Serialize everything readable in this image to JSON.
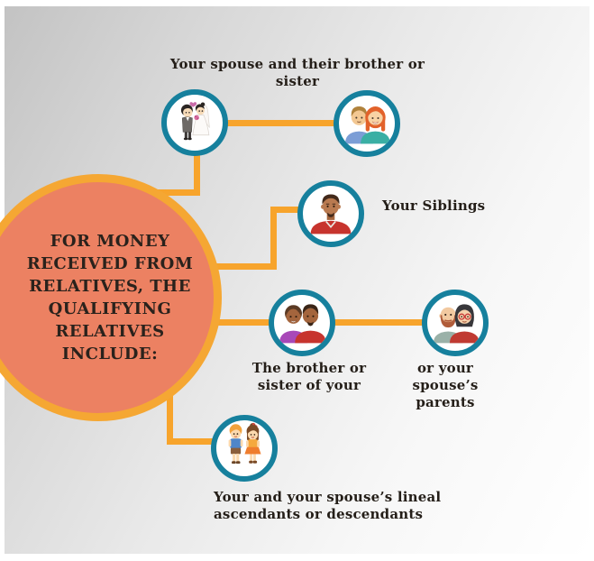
{
  "title_circle": {
    "line1": "FOR MONEY",
    "line2": "RECEIVED FROM",
    "line3": "RELATIVES, THE",
    "line4": "QUALIFYING",
    "line5": "RELATIVES",
    "line6": "INCLUDE:"
  },
  "branches": {
    "spouse_family": {
      "label": "Your spouse and their brother or sister",
      "icons": [
        "bride-and-groom-icon",
        "young-couple-icon"
      ]
    },
    "siblings": {
      "label": "Your Siblings",
      "icon": "man-icon"
    },
    "parents": {
      "left_label_line1": "The brother or",
      "left_label_line2": "sister of your",
      "right_label_line1": "or your spouse’s",
      "right_label_line2": "parents",
      "icons": [
        "brother-sister-couple-icon",
        "older-couple-icon"
      ]
    },
    "lineal": {
      "label_line1": "Your and your spouse’s lineal",
      "label_line2": "ascendants or descendants",
      "icon": "children-icon"
    }
  },
  "colors": {
    "connector_yellow": "#F7A42C",
    "center_fill_coral": "#EC8162",
    "center_border_yellow": "#F5A733",
    "node_ring_teal": "#16809D",
    "text_dark": "#2A221C",
    "background_gray": "#d6d6d6"
  }
}
